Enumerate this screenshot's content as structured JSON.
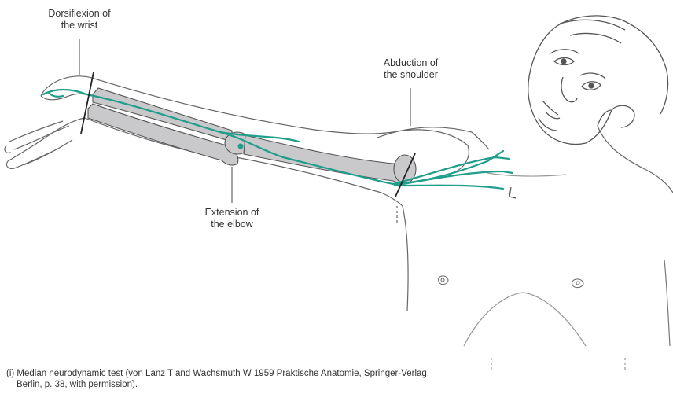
{
  "labels": {
    "wrist": [
      "Dorsiflexion of",
      "the wrist"
    ],
    "shoulder": [
      "Abduction of",
      "the shoulder"
    ],
    "elbow": [
      "Extension of",
      "the elbow"
    ]
  },
  "caption": {
    "line1": "(i) Median neurodynamic test (von Lanz T and Wachsmuth W 1959 Praktische Anatomie, Springer-Verlag,",
    "line2": "Berlin, p. 38, with permission)."
  },
  "colors": {
    "nerve": "#1f9e8c",
    "bone_fill": "#c9c9cb",
    "outline": "#555555",
    "marker": "#222222"
  }
}
